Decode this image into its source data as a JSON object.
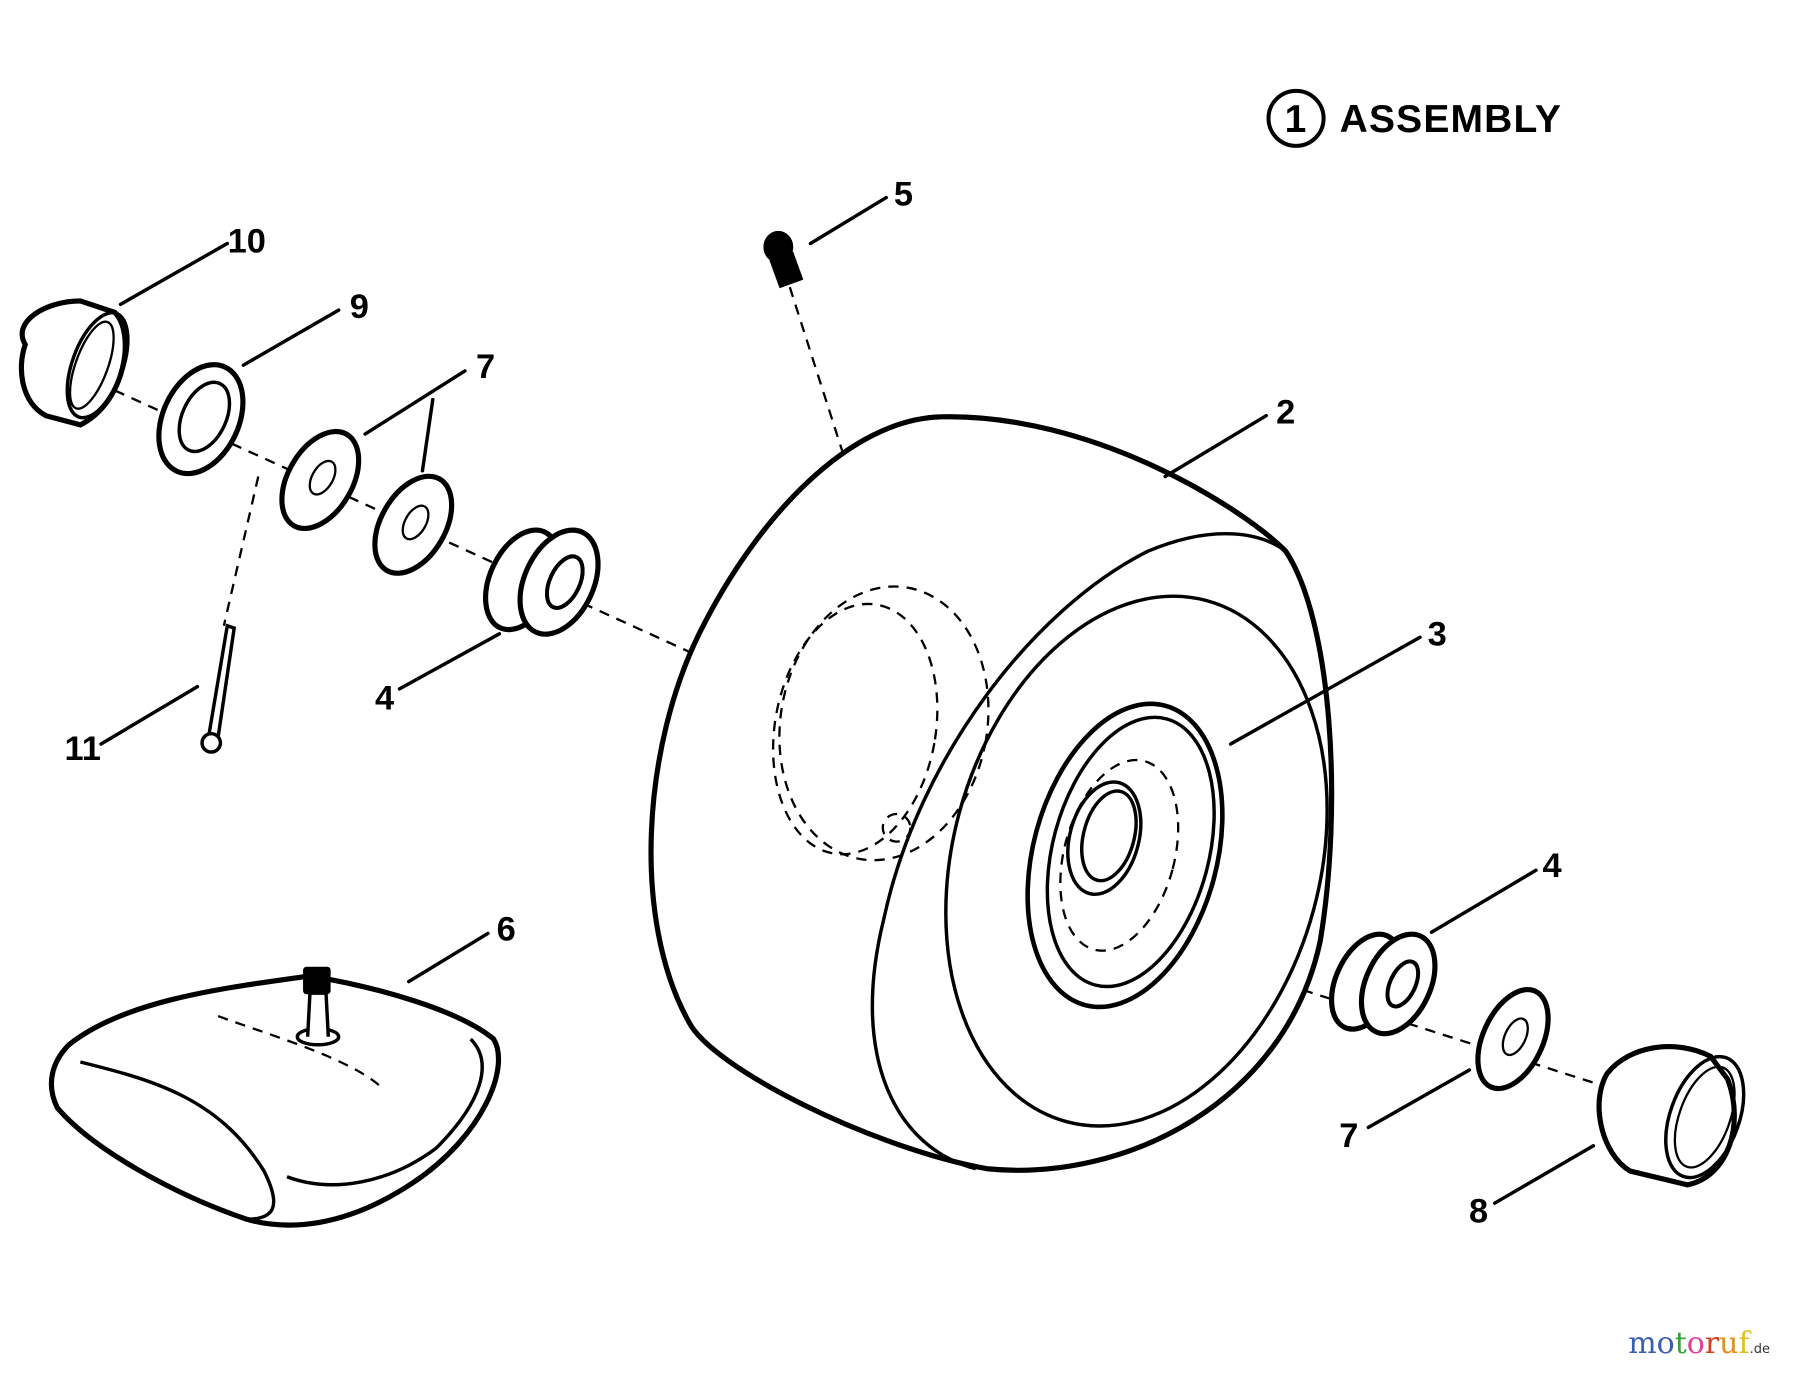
{
  "title": {
    "number": "1",
    "text": "ASSEMBLY"
  },
  "callouts": {
    "c10": "10",
    "c9": "9",
    "c7a": "7",
    "c5": "5",
    "c2": "2",
    "c3": "3",
    "c4a": "4",
    "c11": "11",
    "c4b": "4",
    "c6": "6",
    "c7b": "7",
    "c8": "8"
  },
  "watermark": {
    "letters": [
      "m",
      "o",
      "t",
      "o",
      "r",
      "u",
      "f"
    ],
    "suffix": ".de",
    "colors": [
      "#3a5fb0",
      "#3a5fb0",
      "#3aa03a",
      "#e0409a",
      "#d04020",
      "#e09020",
      "#e0c020"
    ]
  }
}
